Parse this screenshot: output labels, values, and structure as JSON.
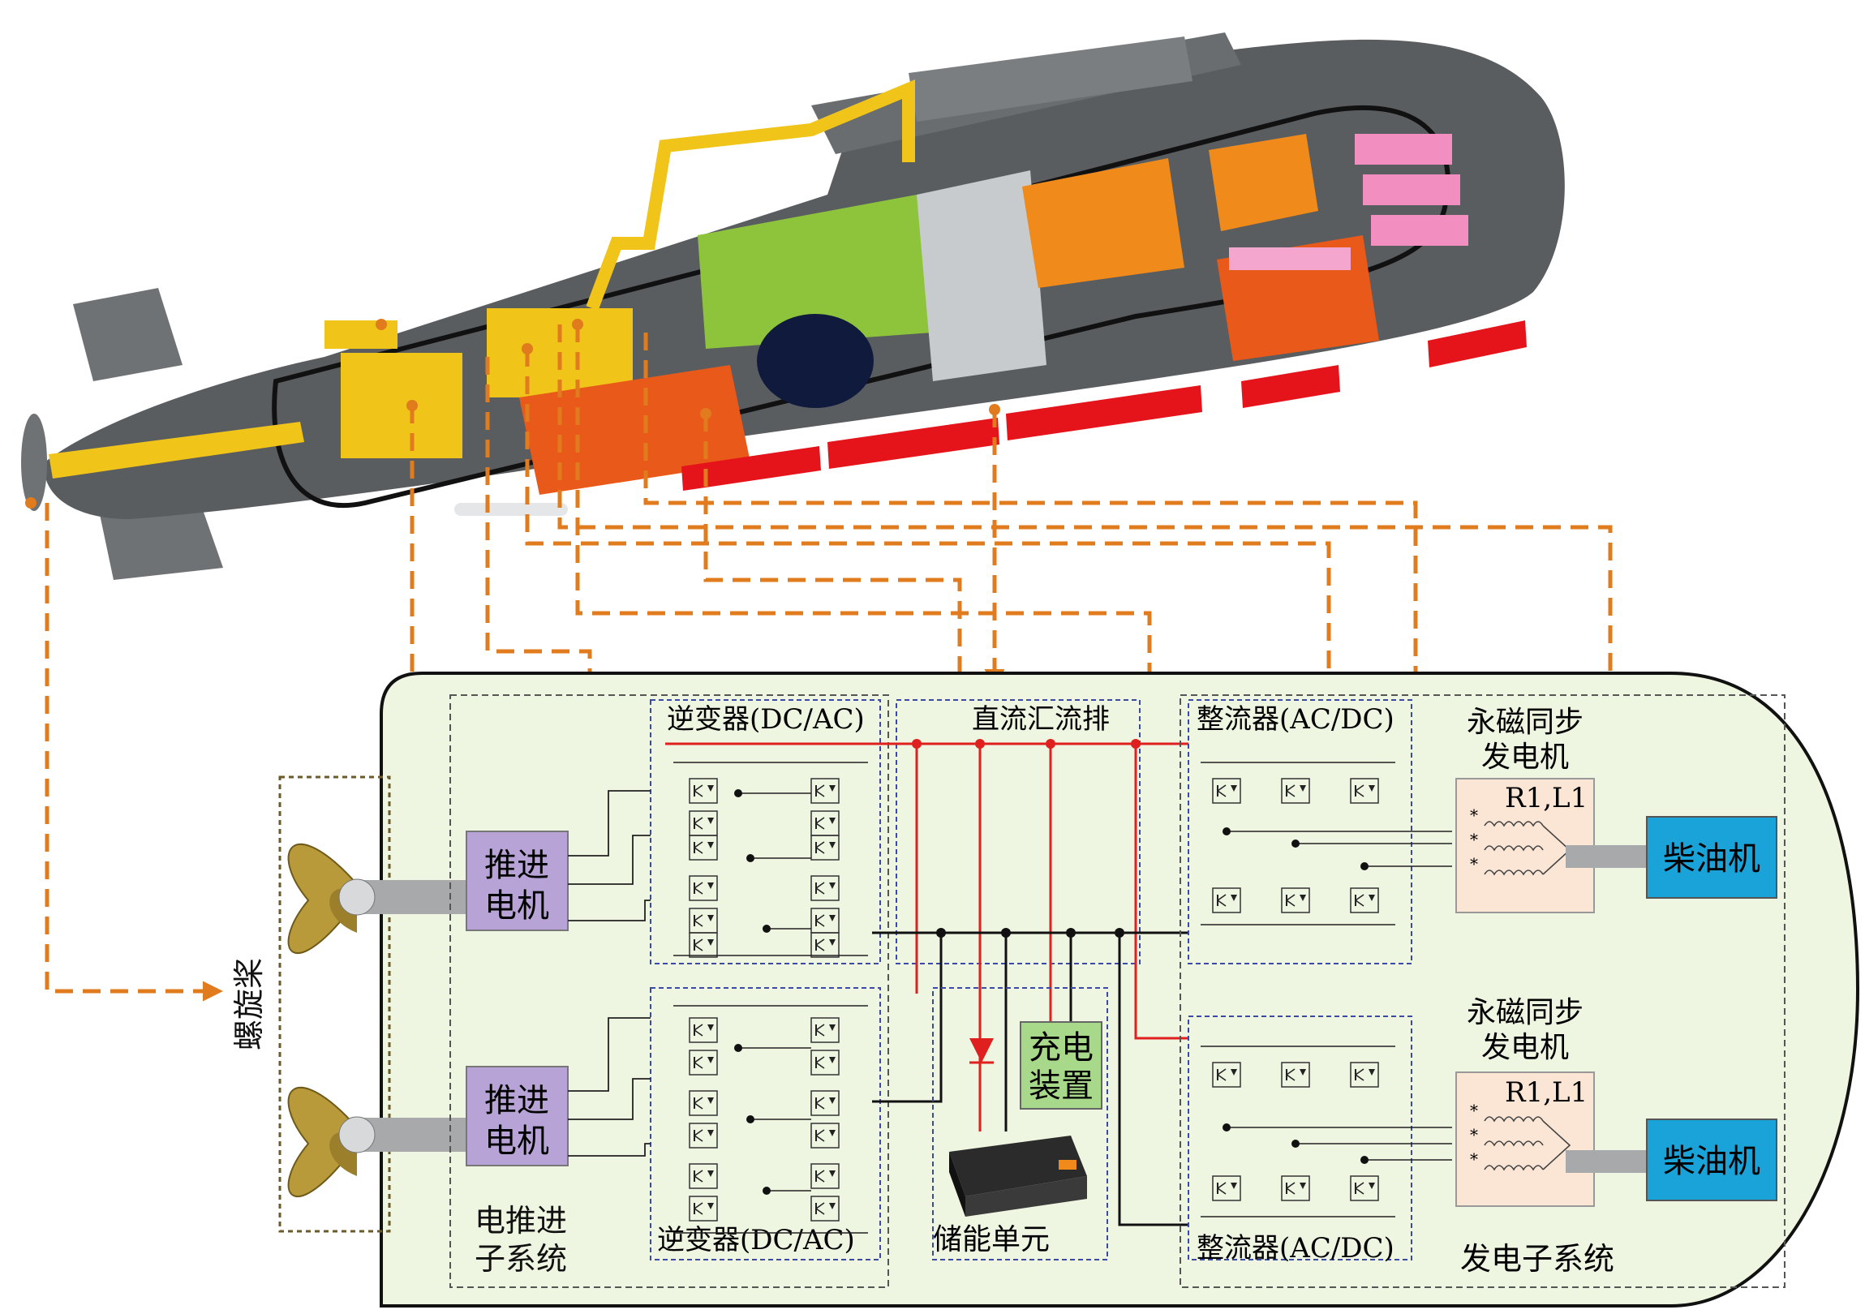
{
  "diagram": {
    "sections": {
      "propulsion_subsystem": "电推进\n子系统",
      "generation_subsystem": "发电子系统",
      "storage_unit": "储能单元"
    },
    "components": {
      "propeller": "螺旋桨",
      "motor_line1": "推进",
      "motor_line2": "电机",
      "inverter": "逆变器(DC/AC)",
      "dc_busbar": "直流汇流排",
      "rectifier": "整流器(AC/DC)",
      "generator_line1": "永磁同步",
      "generator_line2": "发电机",
      "diesel": "柴油机",
      "charger_line1": "充电",
      "charger_line2": "装置",
      "winding_label": "R1,L1"
    },
    "colors": {
      "motor_box": "#b7a3d6",
      "diesel_box": "#1aa3d9",
      "charger_box": "#a8d98a",
      "arrow": "#e07b1e",
      "dc_bus": "#e0201f",
      "hull_fill": "#eef5e1",
      "generator_box": "#fbe6d6"
    }
  }
}
